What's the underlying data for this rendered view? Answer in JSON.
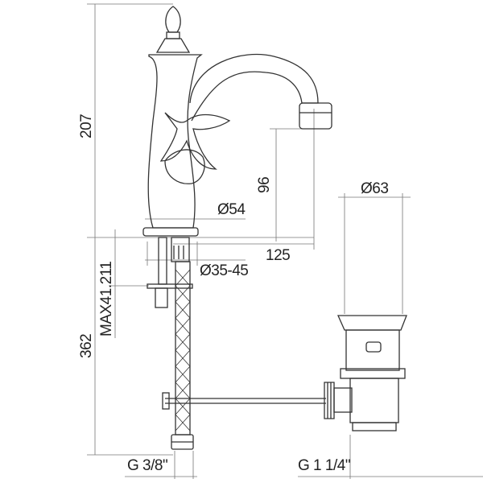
{
  "dimensions": {
    "total_height_top": "207",
    "outlet_height": "96",
    "base_diameter": "Ø54",
    "spout_reach": "125",
    "hole_diameter": "Ø35-45",
    "max_thickness": "MAX41.211",
    "total_height_bottom": "362",
    "drain_diameter": "Ø63",
    "inlet_thread": "G 3/8\"",
    "drain_thread": "G 1 1/4\""
  },
  "colors": {
    "line": "#333333",
    "dim": "#666666"
  }
}
